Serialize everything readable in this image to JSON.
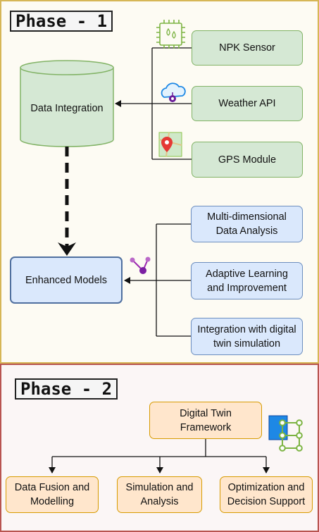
{
  "phase1": {
    "title": "Phase - 1",
    "data_integration": "Data Integration",
    "sources": [
      {
        "label": "NPK Sensor",
        "icon": "chip-sensor-icon"
      },
      {
        "label": "Weather API",
        "icon": "cloud-api-icon"
      },
      {
        "label": "GPS Module",
        "icon": "map-pin-icon"
      }
    ],
    "enhanced_models": "Enhanced Models",
    "capabilities": [
      {
        "line1": "Multi-dimensional",
        "line2": "Data Analysis"
      },
      {
        "line1": "Adaptive Learning",
        "line2": "and Improvement"
      },
      {
        "line1": "Integration with digital",
        "line2": "twin simulation"
      }
    ]
  },
  "phase2": {
    "title": "Phase - 2",
    "framework": {
      "line1": "Digital Twin",
      "line2": "Framework"
    },
    "components": [
      {
        "line1": "Data Fusion and",
        "line2": "Modelling"
      },
      {
        "line1": "Simulation and",
        "line2": "Analysis"
      },
      {
        "line1": "Optimization and",
        "line2": "Decision Support"
      }
    ]
  },
  "colors": {
    "phase1_border": "#d6b656",
    "phase2_border": "#b85450",
    "green_fill": "#d5e8d4",
    "blue_fill": "#dae8fc",
    "orange_fill": "#ffe6cc"
  }
}
